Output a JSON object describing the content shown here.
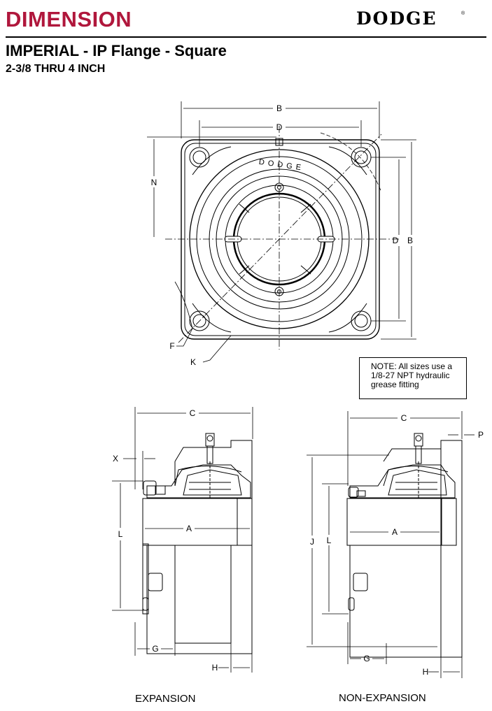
{
  "header": {
    "title": "DIMENSION",
    "brand": "DODGE",
    "subtitle": "IMPERIAL - IP Flange - Square",
    "size_range": "2-3/8 THRU 4 INCH"
  },
  "top_view": {
    "housing_text": "D O D G E",
    "labels": {
      "b_top": "B",
      "d_top": "D",
      "n": "N",
      "d_right": "D",
      "b_right": "B",
      "f": "F",
      "k": "K"
    }
  },
  "note": {
    "lines": [
      "NOTE:  All sizes use a",
      "1/8-27 NPT hydraulic",
      "grease fitting"
    ]
  },
  "expansion_view": {
    "caption": "EXPANSION",
    "labels": {
      "c": "C",
      "x": "X",
      "l": "L",
      "a": "A",
      "g": "G",
      "h": "H"
    }
  },
  "non_expansion_view": {
    "caption": "NON-EXPANSION",
    "labels": {
      "c": "C",
      "p": "P",
      "j": "J",
      "l": "L",
      "a": "A",
      "g": "G",
      "h": "H"
    }
  },
  "colors": {
    "title": "#b0173c",
    "line": "#000000"
  }
}
